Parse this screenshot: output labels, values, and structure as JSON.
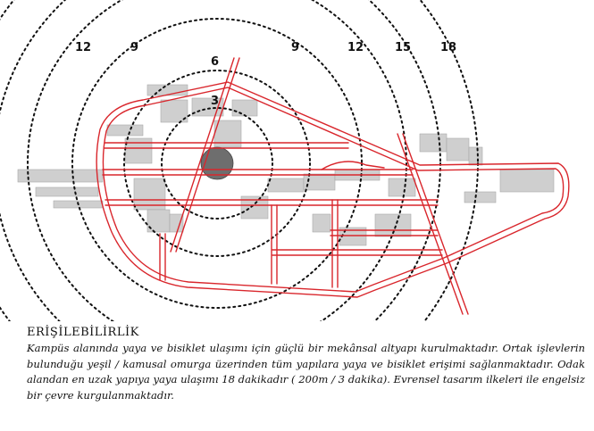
{
  "diagram": {
    "ring_labels": {
      "left_12": "12",
      "left_9": "9",
      "inner_6": "6",
      "inner_3": "3",
      "right_9": "9",
      "right_12": "12",
      "right_15": "15",
      "right_18": "18"
    },
    "colors": {
      "route": "#d9262c",
      "building": "#c9c9c9",
      "building_outline": "#9a9a9a",
      "ring": "#111111",
      "center": "#555555"
    }
  },
  "caption": {
    "title": "ERİŞİLEBİLİRLİK",
    "body": "Kampüs alanında yaya ve bisiklet ulaşımı için güçlü bir mekânsal altyapı kurulmaktadır. Ortak işlevlerin bulunduğu yeşil / kamusal omurga üzerinden tüm yapılara yaya ve bisiklet erişimi sağlanmaktadır.  Odak alandan en uzak yapıya yaya ulaşımı 18 dakikadır ( 200m / 3 dakika). Evrensel tasarım ilkeleri ile engelsiz bir çevre kurgulanmaktadır."
  }
}
